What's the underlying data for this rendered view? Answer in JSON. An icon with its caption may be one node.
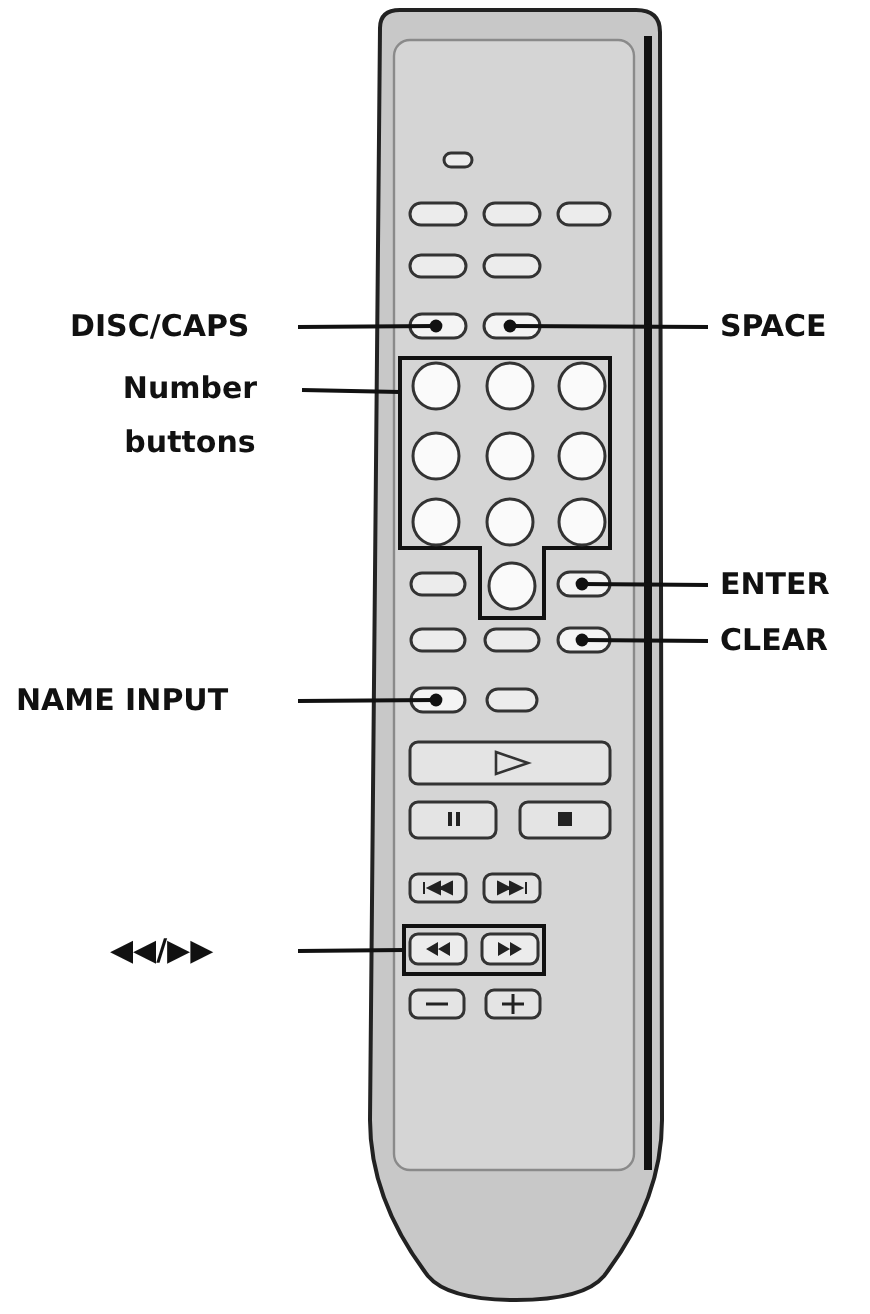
{
  "diagram": {
    "nodes": [
      {
        "text": [
          "DISC/CAPS"
        ]
      },
      {
        "text": [],
        "shape": "oval"
      },
      {
        "text": [
          "SPACE"
        ]
      },
      {
        "text": [],
        "shape": "oval"
      },
      {
        "text": [
          "Number buttons"
        ]
      },
      {
        "text": [],
        "shape": "box"
      },
      {
        "text": [
          "ENTER"
        ]
      },
      {
        "text": [],
        "shape": "oval"
      },
      {
        "text": [
          "CLEAR"
        ]
      },
      {
        "text": [],
        "shape": "oval"
      },
      {
        "text": [
          "NAME INPUT"
        ]
      },
      {
        "text": [],
        "shape": "oval"
      },
      {
        "text": [
          "◀◀/▶▶"
        ]
      },
      {
        "text": [],
        "shape": "box"
      }
    ],
    "edges": [
      {
        "from": 0,
        "to": 1,
        "arrow": "other"
      },
      {
        "from": 2,
        "to": 3,
        "arrow": "other"
      },
      {
        "from": 4,
        "to": 5,
        "arrow": "none"
      },
      {
        "from": 6,
        "to": 7,
        "arrow": "other"
      },
      {
        "from": 8,
        "to": 9,
        "arrow": "other"
      },
      {
        "from": 10,
        "to": 11,
        "arrow": "other"
      },
      {
        "from": 12,
        "to": 13,
        "arrow": "none"
      }
    ]
  }
}
